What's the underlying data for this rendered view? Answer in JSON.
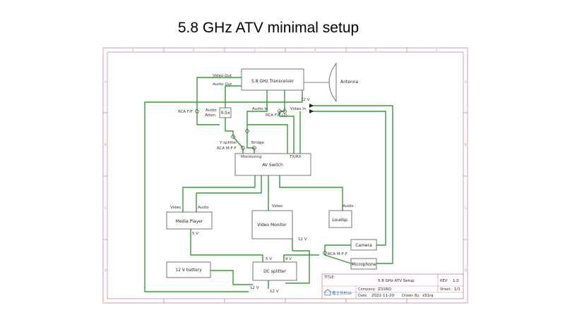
{
  "title": "5.8 GHz ATV minimal setup",
  "blocks": {
    "transceiver": "5.8 GHz Transceiver",
    "antenna": "Antenna",
    "attenuator": "0.5x",
    "av_switch": "AV Switch",
    "media_player": "Media Player",
    "video_monitor": "Video Monitor",
    "loudspeaker": "Loudsp.",
    "camera": "Camera",
    "microphone": "Microphone",
    "battery": "12 V battery",
    "dc_splitter": "DC splitter"
  },
  "labels": {
    "video_out": "Video Out",
    "audio_out": "Audio Out",
    "tx_12v": "12 V",
    "rca_ff": "RCA F/F",
    "audio_atten": "Audio",
    "audio_atten2": "Atten.",
    "audio_in": "Audio In",
    "video_in": "Video In",
    "rca_ff2": "RCA F/F (2)",
    "y_splitter": "Y splitter",
    "rca_mff": "RCA M-F-F",
    "bridge": "Bridge",
    "monitoring": "Monitoring",
    "txrx": "TX/RX",
    "mp_video": "Video",
    "mp_audio": "Audio",
    "mon_video": "Video",
    "ls_audio": "Audio",
    "mp_5v": "5 V",
    "mon_12v": "12 V",
    "rca_mff2": "RCA M-F-F",
    "dc_5v": "5 V",
    "dc_9v": "9 V",
    "dc_12v_a": "12 V",
    "dc_12v_b": "12 V"
  },
  "title_block": {
    "title_label": "TITLE:",
    "title_value": "5.8 GHz ATV Setup",
    "rev_label": "REV:",
    "rev_value": "1.0",
    "company_label": "Company:",
    "company_value": "Z31RQ",
    "sheet_label": "Sheet:",
    "sheet_value": "1/1",
    "date_label": "Date:",
    "date_value": "2022-11-20",
    "drawn_label": "Drawn By:",
    "drawn_value": "z31rq",
    "logo_text": "嘉立创EDA"
  },
  "frame": {
    "columns": [
      "1",
      "2",
      "3",
      "4",
      "5",
      "6"
    ],
    "rows": [
      "A",
      "B",
      "C",
      "D"
    ]
  },
  "colors": {
    "wire": "#3a9a3a",
    "frame": "#c98a8a",
    "logo": "#2b6fc4"
  }
}
